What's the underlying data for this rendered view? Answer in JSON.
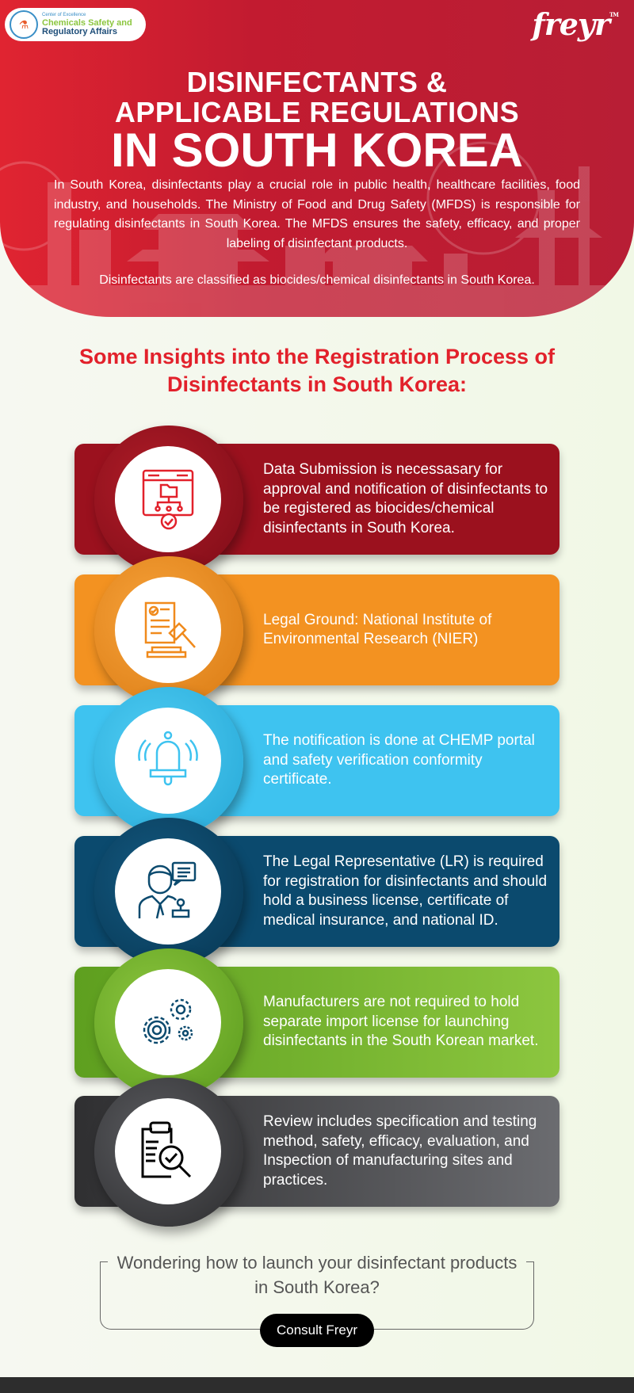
{
  "header": {
    "badge": {
      "small": "Center of Excellence",
      "line1": "Chemicals Safety and",
      "line2": "Regulatory Affairs"
    },
    "logo": "freyr",
    "logo_tm": "TM",
    "title_line1": "DISINFECTANTS &",
    "title_line2": "APPLICABLE REGULATIONS",
    "title_line3": "IN SOUTH KOREA",
    "intro": "In South Korea, disinfectants play a crucial role in public health, healthcare facilities, food industry, and households. The Ministry of Food and Drug Safety (MFDS) is responsible for regulating disinfectants in South Korea. The MFDS ensures the safety, efficacy, and proper labeling of disinfectant products.",
    "intro2": "Disinfectants are classified as biocides/chemical disinfectants in South Korea."
  },
  "section": {
    "title_line1": "Some Insights into the Registration Process of",
    "title_line2": "Disinfectants in South Korea:"
  },
  "cards": [
    {
      "icon": "data-folder-icon",
      "color": "#9b111e",
      "text": "Data Submission is necessasary for approval and notification of disinfectants to be registered as biocides/chemical disinfectants in South Korea."
    },
    {
      "icon": "legal-document-gavel-icon",
      "color": "#f39221",
      "text": "Legal Ground: National Institute of Environmental Research (NIER)"
    },
    {
      "icon": "bell-icon",
      "color": "#3ec3f0",
      "text": "The notification is done at CHEMP portal and safety verification conformity certificate."
    },
    {
      "icon": "representative-icon",
      "color": "#0b4a6e",
      "text": "The Legal Representative (LR) is required for registration for disinfectants and should hold a business license, certificate of medical insurance, and national ID."
    },
    {
      "icon": "gears-icon",
      "color": "#7dbb2e",
      "text": "Manufacturers are not required to hold separate import license for launching disinfectants in the South Korean market."
    },
    {
      "icon": "clipboard-review-icon",
      "color": "#4a4a4c",
      "text": "Review includes specification and testing method, safety, efficacy, evaluation, and Inspection of manufacturing sites and practices."
    }
  ],
  "cta": {
    "text_line1": "Wondering how to launch your disinfectant products",
    "text_line2": "in South Korea?",
    "button": "Consult Freyr"
  }
}
